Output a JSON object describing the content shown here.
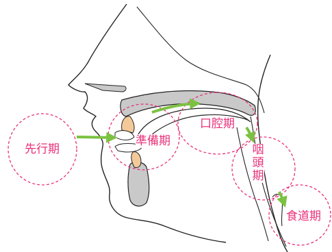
{
  "phases": {
    "anticipatory": "先行期",
    "preparatory": "準備期",
    "oral": "口腔期",
    "pharyngeal": "咽頭期",
    "esophageal": "食道期"
  },
  "colors": {
    "label": "#e8317a",
    "circle": "#e8317a",
    "arrow": "#7cc242",
    "outline": "#222222",
    "tissue_fill": "#c9c9c9",
    "tooth_fill": "#f3c99a"
  }
}
